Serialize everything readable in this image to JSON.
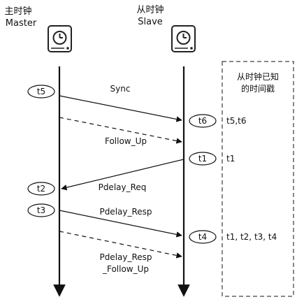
{
  "master": {
    "title_cn": "主时钟",
    "title_en": "Master",
    "icon": "clock-icon"
  },
  "slave": {
    "title_cn": "从时钟",
    "title_en": "Slave",
    "icon": "clock-icon"
  },
  "timestamps": {
    "t5": "t5",
    "t6": "t6",
    "t1": "t1",
    "t2": "t2",
    "t3": "t3",
    "t4": "t4"
  },
  "messages": {
    "sync": "Sync",
    "follow_up": "Follow_Up",
    "pdelay_req": "Pdelay_Req",
    "pdelay_resp": "Pdelay_Resp",
    "pdelay_resp_follow_up_line1": "Pdelay_Resp",
    "pdelay_resp_follow_up_line2": "_Follow_Up"
  },
  "known_box": {
    "title_line1": "从时钟已知",
    "title_line2": "的时间戳",
    "row1": "t5,t6",
    "row2": "t1",
    "row3": "t1, t2, t3, t4"
  }
}
